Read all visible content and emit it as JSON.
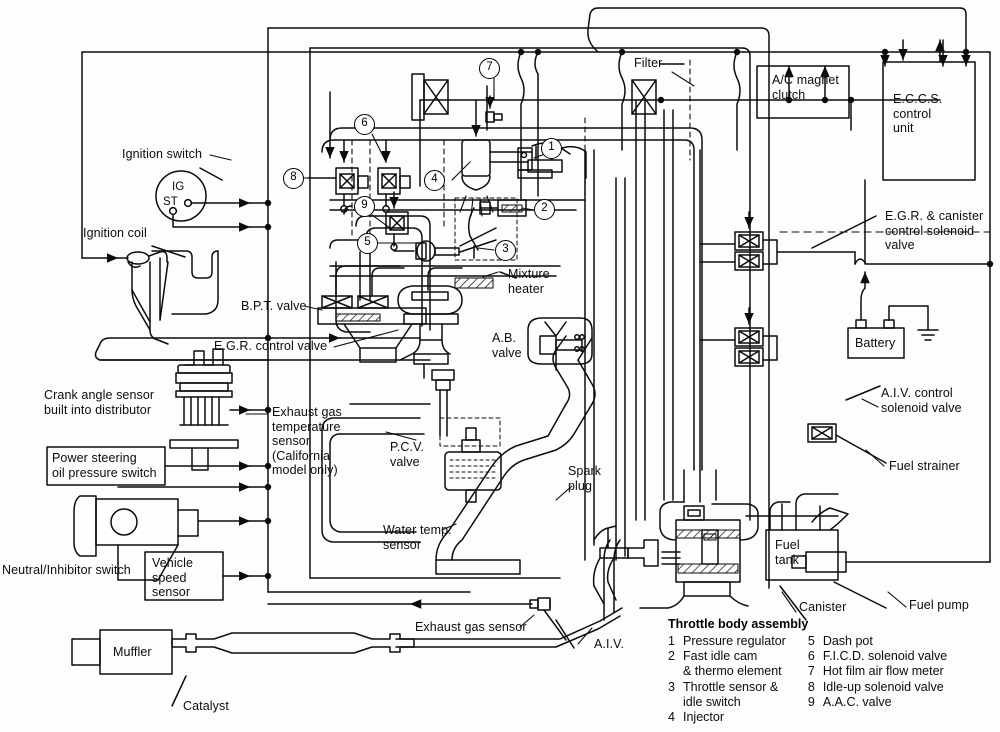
{
  "diagram": {
    "title": "E.C.C.S. Engine Control System Schematic",
    "ink_color": "#0c0c0c",
    "background_color": "#fdfdfb"
  },
  "labels": {
    "ignition_switch": "Ignition switch",
    "ignition_switch_ig": "IG",
    "ignition_switch_st": "ST",
    "ignition_coil": "Ignition coil",
    "crank_angle_sensor": "Crank angle sensor\nbuilt into distributor",
    "power_steering_switch": "Power steering\noil pressure switch",
    "neutral_inhibitor_switch": "Neutral/Inhibitor switch",
    "vehicle_speed_sensor": "Vehicle\nspeed\nsensor",
    "muffler": "Muffler",
    "catalyst": "Catalyst",
    "bpt_valve": "B.P.T. valve",
    "egr_control_valve": "E.G.R. control valve",
    "exhaust_gas_temp_sensor": "Exhaust gas\ntemperature\nsensor\n(California\nmodel only)",
    "pcv_valve": "P.C.V.\nvalve",
    "water_temp_sensor": "Water temp.\nsensor",
    "exhaust_gas_sensor": "Exhaust gas sensor",
    "aiv": "A.I.V.",
    "spark_plug": "Spark\nplug",
    "mixture_heater": "Mixture\nheater",
    "ab_valve": "A.B.\nvalve",
    "filter": "Filter",
    "ac_magnet_clutch": "A/C magnet\nclutch",
    "eccs_control_unit": "E.C.C.S.\ncontrol\nunit",
    "egr_canister_solenoid": "E.G.R. & canister\ncontrol solenoid\nvalve",
    "battery": "Battery",
    "aiv_control_solenoid": "A.I.V. control\nsolenoid valve",
    "fuel_strainer": "Fuel strainer",
    "fuel_tank": "Fuel\ntank",
    "canister": "Canister",
    "fuel_pump": "Fuel pump"
  },
  "callouts": [
    {
      "id": "1",
      "label": "1"
    },
    {
      "id": "2",
      "label": "2"
    },
    {
      "id": "3",
      "label": "3"
    },
    {
      "id": "4",
      "label": "4"
    },
    {
      "id": "5",
      "label": "5"
    },
    {
      "id": "6",
      "label": "6"
    },
    {
      "id": "7",
      "label": "7"
    },
    {
      "id": "8",
      "label": "8"
    },
    {
      "id": "9",
      "label": "9"
    }
  ],
  "legend": {
    "heading": "Throttle body assembly",
    "left_column": [
      {
        "num": "1",
        "text": "Pressure regulator"
      },
      {
        "num": "2",
        "text": "Fast idle cam\n& thermo element"
      },
      {
        "num": "3",
        "text": "Throttle sensor &\nidle switch"
      },
      {
        "num": "4",
        "text": "Injector"
      }
    ],
    "right_column": [
      {
        "num": "5",
        "text": "Dash pot"
      },
      {
        "num": "6",
        "text": "F.I.C.D. solenoid valve"
      },
      {
        "num": "7",
        "text": "Hot film air flow meter"
      },
      {
        "num": "8",
        "text": "Idle-up solenoid valve"
      },
      {
        "num": "9",
        "text": "A.A.C. valve"
      }
    ]
  }
}
